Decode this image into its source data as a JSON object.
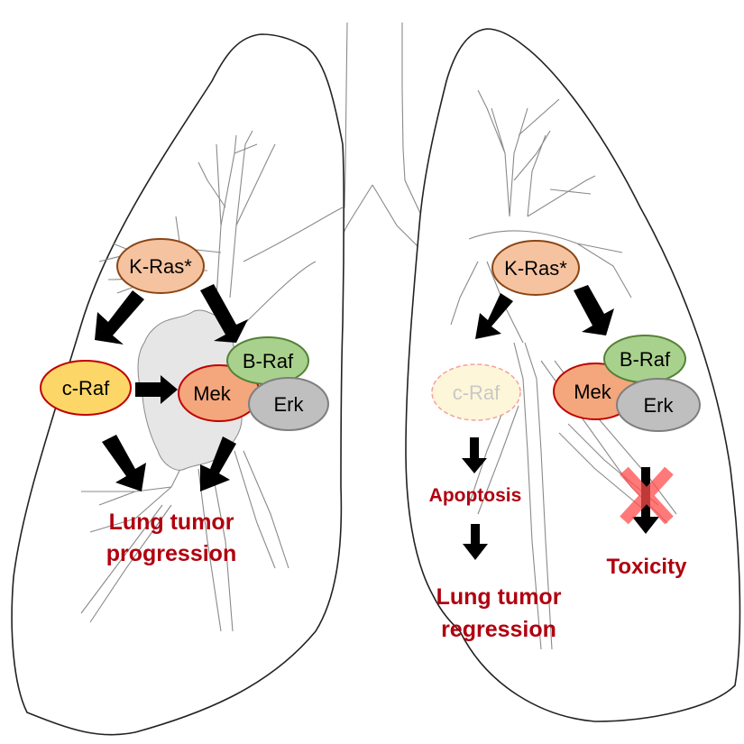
{
  "figure": {
    "left_lung": {
      "kras": "K-Ras*",
      "craf": "c-Raf",
      "braf": "B-Raf",
      "mek": "Mek",
      "erk": "Erk",
      "outcome_line1": "Lung tumor",
      "outcome_line2": "progression"
    },
    "right_lung": {
      "kras": "K-Ras*",
      "craf": "c-Raf",
      "braf": "B-Raf",
      "mek": "Mek",
      "erk": "Erk",
      "apoptosis": "Apoptosis",
      "outcome_line1": "Lung tumor",
      "outcome_line2": "regression",
      "toxicity": "Toxicity"
    },
    "colors": {
      "kras_fill": "#f6c3a0",
      "kras_stroke": "#8b4513",
      "craf_fill": "#fcd667",
      "craf_stroke": "#c00000",
      "craf_faded_fill": "#fef6d8",
      "craf_faded_stroke": "#f4a0a0",
      "braf_fill": "#a9d18e",
      "braf_stroke": "#548235",
      "mek_fill": "#f4a67c",
      "mek_stroke": "#c00000",
      "erk_fill": "#bfbfbf",
      "erk_stroke": "#7f7f7f",
      "tumor_fill": "#e6e6e6",
      "label_red": "#b0000f",
      "block_x": "#ff4d4d"
    }
  }
}
